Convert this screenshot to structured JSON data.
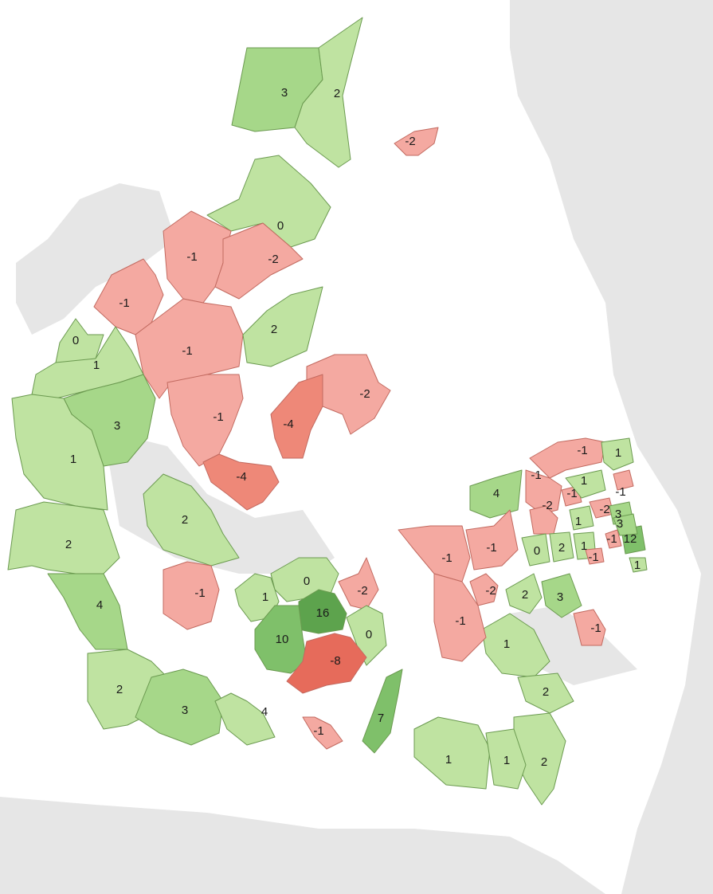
{
  "colors": {
    "sea": "#ffffff",
    "land_background": "#e6e6e6",
    "positive_light": "#bfe3a1",
    "positive_mid": "#a6d789",
    "positive_dark": "#7fc06a",
    "positive_darkest": "#5da34d",
    "negative_light": "#f4a9a1",
    "negative_mid": "#ee8878",
    "negative_dark": "#e66b5b",
    "positive_stroke": "#6b9a50",
    "negative_stroke": "#c26a60"
  },
  "regions": [
    {
      "id": "r01",
      "value": "3",
      "level": "pos2"
    },
    {
      "id": "r02",
      "value": "2",
      "level": "pos1"
    },
    {
      "id": "r03",
      "value": "-2",
      "level": "neg1"
    },
    {
      "id": "r04",
      "value": "0",
      "level": "pos1"
    },
    {
      "id": "r05",
      "value": "-1",
      "level": "neg1"
    },
    {
      "id": "r06",
      "value": "-2",
      "level": "neg1"
    },
    {
      "id": "r07",
      "value": "-1",
      "level": "neg1"
    },
    {
      "id": "r08",
      "value": "-1",
      "level": "neg1"
    },
    {
      "id": "r09",
      "value": "2",
      "level": "pos1"
    },
    {
      "id": "r10",
      "value": "0",
      "level": "pos1"
    },
    {
      "id": "r11",
      "value": "1",
      "level": "pos1"
    },
    {
      "id": "r12",
      "value": "-2",
      "level": "neg1"
    },
    {
      "id": "r13",
      "value": "-1",
      "level": "neg1"
    },
    {
      "id": "r14",
      "value": "-4",
      "level": "neg2"
    },
    {
      "id": "r15",
      "value": "3",
      "level": "pos2"
    },
    {
      "id": "r16",
      "value": "1",
      "level": "pos1"
    },
    {
      "id": "r17",
      "value": "-4",
      "level": "neg2"
    },
    {
      "id": "r18",
      "value": "2",
      "level": "pos1"
    },
    {
      "id": "r19",
      "value": "2",
      "level": "pos1"
    },
    {
      "id": "r20",
      "value": "-1",
      "level": "neg1"
    },
    {
      "id": "r21",
      "value": "4",
      "level": "pos2"
    },
    {
      "id": "r22",
      "value": "0",
      "level": "pos1"
    },
    {
      "id": "r23",
      "value": "1",
      "level": "pos1"
    },
    {
      "id": "r24",
      "value": "-2",
      "level": "neg1"
    },
    {
      "id": "r25",
      "value": "16",
      "level": "pos4"
    },
    {
      "id": "r26",
      "value": "10",
      "level": "pos3"
    },
    {
      "id": "r27",
      "value": "0",
      "level": "pos1"
    },
    {
      "id": "r28",
      "value": "-8",
      "level": "neg3"
    },
    {
      "id": "r29",
      "value": "2",
      "level": "pos1"
    },
    {
      "id": "r30",
      "value": "3",
      "level": "pos2"
    },
    {
      "id": "r31",
      "value": "4",
      "level": "pos1"
    },
    {
      "id": "r32",
      "value": "-1",
      "level": "neg1"
    },
    {
      "id": "r33",
      "value": "7",
      "level": "pos3"
    },
    {
      "id": "r34",
      "value": "4",
      "level": "pos2"
    },
    {
      "id": "r35",
      "value": "-1",
      "level": "neg1"
    },
    {
      "id": "r36",
      "value": "-1",
      "level": "neg1"
    },
    {
      "id": "r37",
      "value": "-1",
      "level": "neg1"
    },
    {
      "id": "r38",
      "value": "-2",
      "level": "neg1"
    },
    {
      "id": "r39",
      "value": "-2",
      "level": "neg1"
    },
    {
      "id": "r40",
      "value": "2",
      "level": "pos1"
    },
    {
      "id": "r41",
      "value": "3",
      "level": "pos2"
    },
    {
      "id": "r42",
      "value": "1",
      "level": "pos1"
    },
    {
      "id": "r43",
      "value": "-1",
      "level": "neg1"
    },
    {
      "id": "r44",
      "value": "-1",
      "level": "neg1"
    },
    {
      "id": "r45",
      "value": "1",
      "level": "pos1"
    },
    {
      "id": "r46",
      "value": "-1",
      "level": "neg1"
    },
    {
      "id": "r47",
      "value": "-1",
      "level": "neg1"
    },
    {
      "id": "r48",
      "value": "1",
      "level": "pos1"
    },
    {
      "id": "r49",
      "value": "-2",
      "level": "neg1"
    },
    {
      "id": "r50",
      "value": "-1",
      "level": "neg1"
    },
    {
      "id": "r51",
      "value": "1",
      "level": "pos1"
    },
    {
      "id": "r52",
      "value": "3",
      "level": "pos2"
    },
    {
      "id": "r53",
      "value": "0",
      "level": "pos1"
    },
    {
      "id": "r54",
      "value": "2",
      "level": "pos1"
    },
    {
      "id": "r55",
      "value": "1",
      "level": "pos1"
    },
    {
      "id": "r56",
      "value": "-1",
      "level": "neg1"
    },
    {
      "id": "r57",
      "value": "12",
      "level": "pos3"
    },
    {
      "id": "r58",
      "value": "-1",
      "level": "neg1"
    },
    {
      "id": "r59",
      "value": "1",
      "level": "pos1"
    },
    {
      "id": "r60",
      "value": "1",
      "level": "pos1"
    },
    {
      "id": "r61",
      "value": "2",
      "level": "pos1"
    },
    {
      "id": "r62",
      "value": "1",
      "level": "pos1"
    },
    {
      "id": "r63",
      "value": "2",
      "level": "pos1"
    },
    {
      "id": "r64",
      "value": "3",
      "level": "pos2"
    }
  ]
}
